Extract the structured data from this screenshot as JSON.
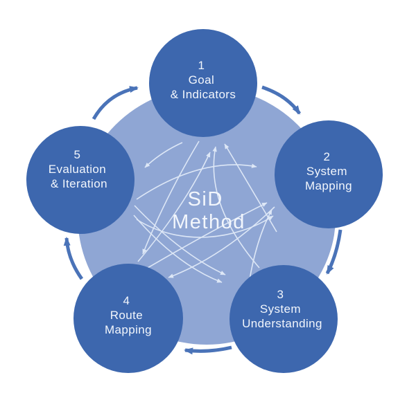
{
  "diagram": {
    "center": {
      "title_line1": "SiD",
      "title_line2": "Method"
    },
    "phases": [
      {
        "number": "1",
        "line1": "Goal",
        "line2": "& Indicators"
      },
      {
        "number": "2",
        "line1": "System",
        "line2": "Mapping"
      },
      {
        "number": "3",
        "line1": "System",
        "line2": "Understanding"
      },
      {
        "number": "4",
        "line1": "Route",
        "line2": "Mapping"
      },
      {
        "number": "5",
        "line1": "Evaluation",
        "line2": "& Iteration"
      }
    ],
    "cycle_links": [
      "1 → 2",
      "2 → 3",
      "3 → 4",
      "4 → 5",
      "5 → 1"
    ],
    "feedback_links": [
      "1 → 5",
      "4 → 1",
      "3 → 1",
      "2 → 1",
      "5 → 2",
      "4 → 2",
      "3 → 2",
      "5 → 2",
      "1 → 4",
      "2 → 4",
      "5 → 3",
      "5 → 3"
    ]
  },
  "colors": {
    "phase_circle": "#3d67ae",
    "inner_circle": "#8fa6d4",
    "cycle_arrow": "#4a73b8",
    "flow_arrow": "#dde7f6",
    "label_text": "#f2f6fc",
    "center_text": "#f2f6fc"
  }
}
